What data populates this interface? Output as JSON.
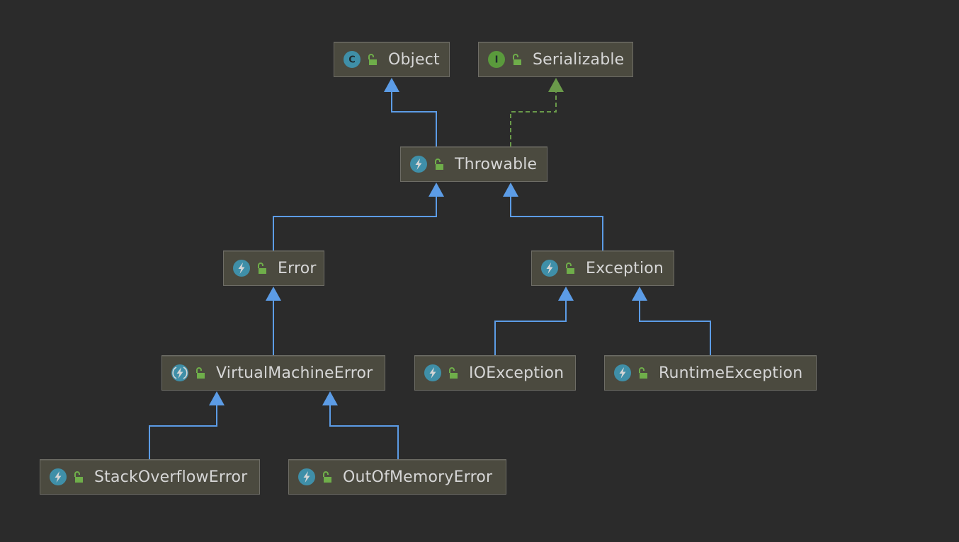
{
  "colors": {
    "background": "#2b2b2b",
    "node_fill": "#4b4a3f",
    "node_border": "#6e6d66",
    "node_text": "#d6d6d6",
    "extends_edge": "#5c9ce6",
    "implements_edge": "#6a9a4a",
    "class_badge": "#3f8fa8",
    "interface_badge": "#5a9a3c",
    "lock_icon": "#6fae4a"
  },
  "nodes": [
    {
      "id": "object",
      "label": "Object",
      "badge": "class-icon",
      "badge_letter": "C"
    },
    {
      "id": "serializable",
      "label": "Serializable",
      "badge": "interface-icon",
      "badge_letter": "I"
    },
    {
      "id": "throwable",
      "label": "Throwable",
      "badge": "exception-class-icon"
    },
    {
      "id": "error",
      "label": "Error",
      "badge": "exception-class-icon"
    },
    {
      "id": "exception",
      "label": "Exception",
      "badge": "exception-class-icon"
    },
    {
      "id": "virtualmachineerror",
      "label": "VirtualMachineError",
      "badge": "abstract-exception-class-icon"
    },
    {
      "id": "ioexception",
      "label": "IOException",
      "badge": "exception-class-icon"
    },
    {
      "id": "runtimeexception",
      "label": "RuntimeException",
      "badge": "exception-class-icon"
    },
    {
      "id": "stackoverflowerror",
      "label": "StackOverflowError",
      "badge": "exception-class-icon"
    },
    {
      "id": "outofmemoryerror",
      "label": "OutOfMemoryError",
      "badge": "exception-class-icon"
    }
  ],
  "edges": [
    {
      "from": "throwable",
      "to": "object",
      "kind": "extends"
    },
    {
      "from": "throwable",
      "to": "serializable",
      "kind": "implements"
    },
    {
      "from": "error",
      "to": "throwable",
      "kind": "extends"
    },
    {
      "from": "exception",
      "to": "throwable",
      "kind": "extends"
    },
    {
      "from": "virtualmachineerror",
      "to": "error",
      "kind": "extends"
    },
    {
      "from": "ioexception",
      "to": "exception",
      "kind": "extends"
    },
    {
      "from": "runtimeexception",
      "to": "exception",
      "kind": "extends"
    },
    {
      "from": "stackoverflowerror",
      "to": "virtualmachineerror",
      "kind": "extends"
    },
    {
      "from": "outofmemoryerror",
      "to": "virtualmachineerror",
      "kind": "extends"
    }
  ]
}
